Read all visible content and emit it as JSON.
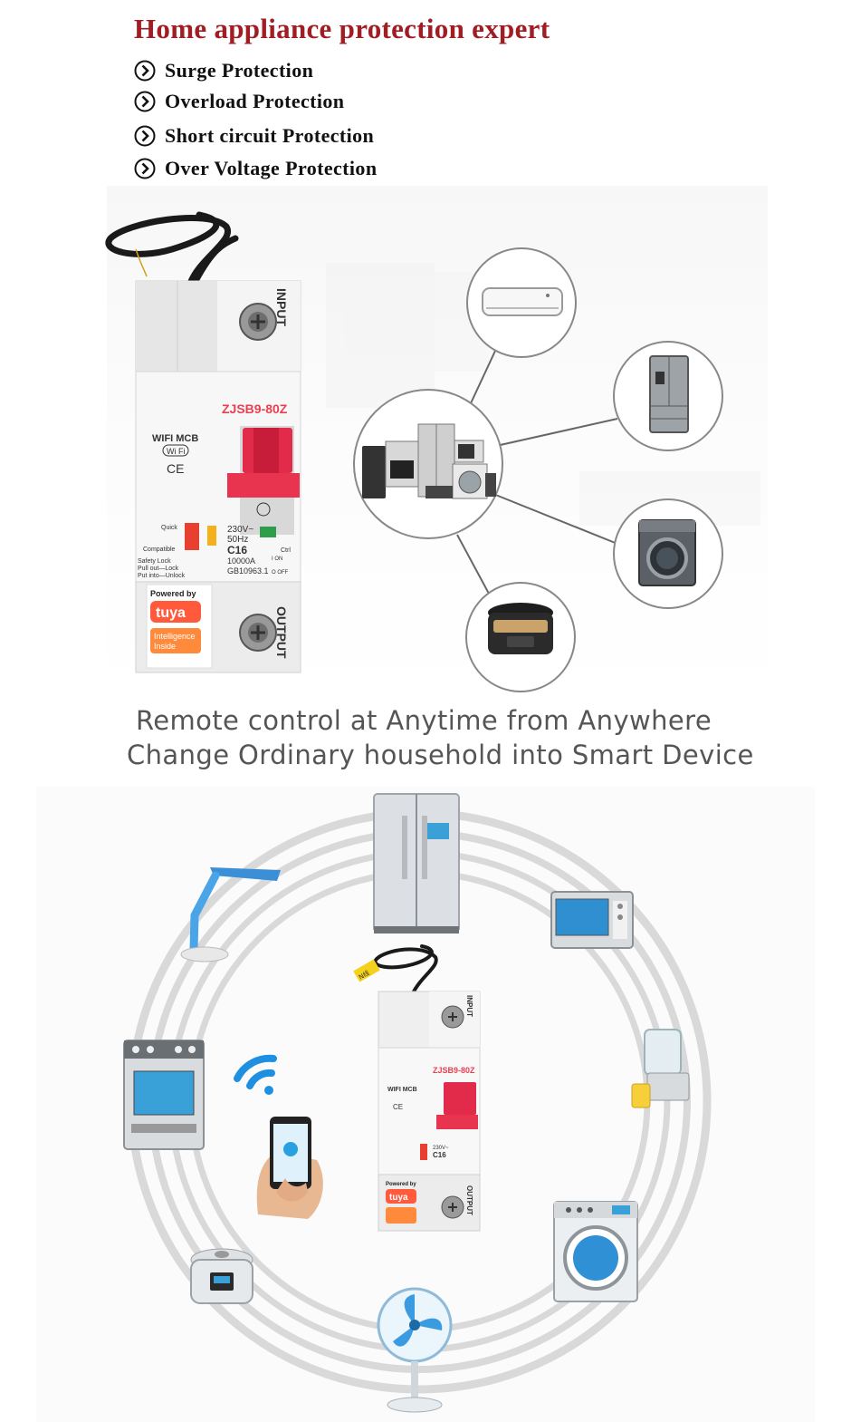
{
  "headline": "Home appliance protection expert",
  "features": [
    "Surge Protection",
    "Overload Protection",
    "Short circuit Protection",
    "Over Voltage Protection"
  ],
  "tagline": {
    "line1": "Remote control at Anytime from Anywhere",
    "line2": "Change Ordinary household into Smart Device"
  },
  "breaker": {
    "input_label": "INPUT",
    "output_label": "OUTPUT",
    "model": "ZJSB9-80Z",
    "name": "WIFI MCB",
    "wifi_badge": "Wi Fi",
    "ce_mark": "CE",
    "quick": "Quick",
    "compatible": "Compatible",
    "safety_lock": "Safety Lock",
    "pull_out": "Pull out—Lock",
    "put_into": "Put into—Unlock",
    "rating_voltage": "230V~",
    "rating_freq": "50Hz",
    "rating_curve": "C16",
    "rating_capacity": "10000A",
    "standard": "GB10963.1",
    "ctrl": "Ctrl",
    "on": "I ON",
    "off": "O OFF",
    "powered_by": "Powered by",
    "brand": "tuya",
    "brand_sub1": "Intelligence",
    "brand_sub2": "Inside",
    "cable_tag": "N线"
  },
  "colors": {
    "headline": "#a11d24",
    "model_red": "#e84052",
    "tuya_orange": "#ff5a3c",
    "tagline": "#555555"
  },
  "icons": [
    "chevron-circle-icon",
    "air-conditioner-icon",
    "refrigerator-icon",
    "washing-machine-icon",
    "rice-cooker-icon",
    "desk-lamp-icon",
    "microwave-icon",
    "juicer-icon",
    "oven-icon",
    "wifi-icon",
    "smartphone-icon",
    "fan-icon"
  ]
}
